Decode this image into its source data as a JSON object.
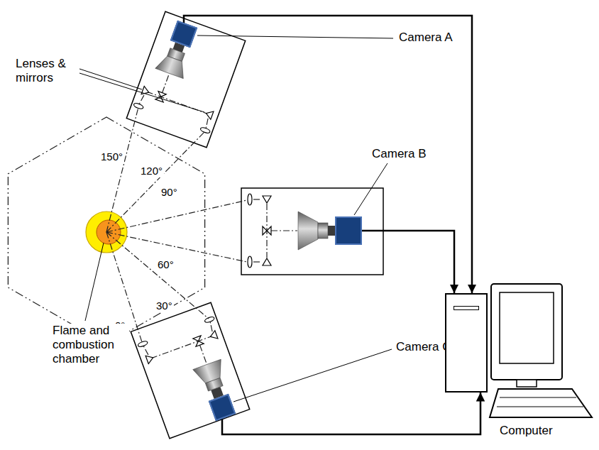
{
  "diagram": {
    "nodes": [
      {
        "text": [
          "Camera A"
        ]
      },
      {
        "text": [
          "Camera B"
        ]
      },
      {
        "text": [
          "Camera C"
        ]
      },
      {
        "text": [
          "Computer"
        ]
      }
    ],
    "edges": [
      {
        "from": 0,
        "to": 3,
        "arrow": "to"
      },
      {
        "from": 1,
        "to": 3,
        "arrow": "to"
      },
      {
        "from": 2,
        "to": 3,
        "arrow": "to"
      }
    ],
    "labels": [
      "Lenses & mirrors",
      "150°",
      "120°",
      "90°",
      "60°",
      "30°",
      "0°",
      "Flame and combustion chamber"
    ]
  }
}
